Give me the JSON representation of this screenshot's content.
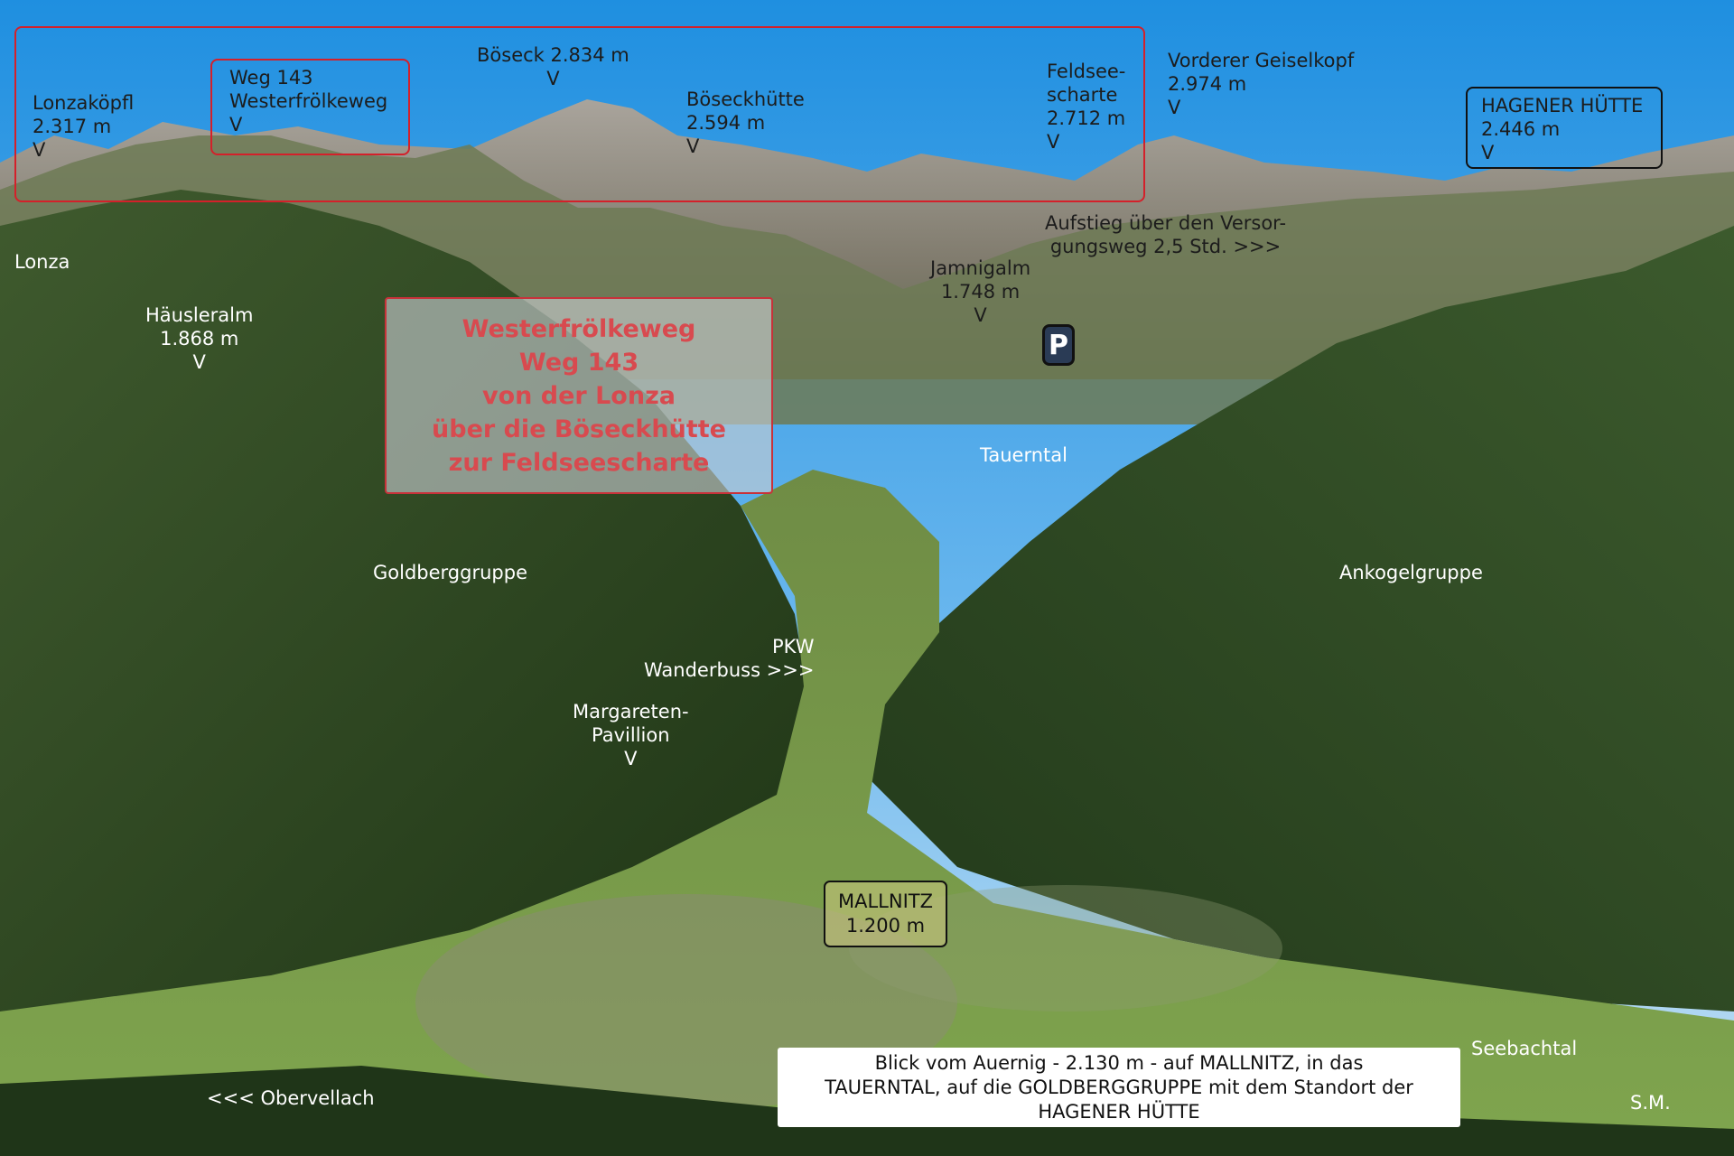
{
  "labels": {
    "lonzakoepfl": "Lonzaköpfl\n2.317 m\nV",
    "weg143": "Weg 143\nWesterfrölkeweg\nV",
    "boeseck": "Böseck 2.834 m\nV",
    "boeseckhuette": "Böseckhütte\n2.594 m\nV",
    "feldseescharte": "Feldsee-\nscharte\n2.712 m\nV",
    "geiselkopf": "Vorderer Geiselkopf\n2.974 m\nV",
    "hagener": "HAGENER HÜTTE\n2.446 m\nV",
    "aufstieg": "Aufstieg über den Versor-\ngungsweg 2,5 Std. >>>",
    "jamnigalm": "Jamnigalm\n1.748 m\nV",
    "lonza": "Lonza",
    "haeusleralm": "Häusleralm\n1.868 m\nV",
    "tauerntal": "Tauerntal",
    "goldberggruppe": "Goldberggruppe",
    "ankogelgruppe": "Ankogelgruppe",
    "pkw": "PKW\nWanderbuss >>>",
    "margareten": "Margareten-\nPavillion\nV",
    "seebachtal": "Seebachtal",
    "obervellach": "<<< Obervellach",
    "sm": "S.M."
  },
  "route_box": {
    "lines": [
      "Westerfrölkeweg",
      "Weg 143",
      "von der Lonza",
      "über die Böseckhütte",
      "zur Feldseescharte"
    ]
  },
  "parking": {
    "icon": "parking-sign-icon",
    "label": "P"
  },
  "mallnitz": {
    "name": "MALLNITZ",
    "elevation": "1.200 m"
  },
  "caption": {
    "lines": [
      "Blick vom Auernig - 2.130 m - auf MALLNITZ, in das",
      "TAUERNTAL, auf die GOLDBERGGRUPPE mit dem Standort der",
      "HAGENER HÜTTE"
    ]
  },
  "colors": {
    "highlight_red": "#d4202a",
    "route_text": "#d84a4f",
    "frame_black": "#111111"
  }
}
